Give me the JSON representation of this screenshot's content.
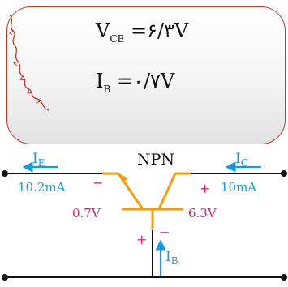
{
  "card": {
    "eq1": {
      "symbol": "V",
      "sub": "CE",
      "sign": "=",
      "value": "۶/۳V"
    },
    "eq2": {
      "symbol": "I",
      "sub": "B",
      "sign": "=",
      "value": "۰/۷V"
    }
  },
  "circuit": {
    "transistor_type": "NPN",
    "ie": {
      "symbol": "I",
      "sub": "E",
      "value": "10.2mA"
    },
    "ic": {
      "symbol": "I",
      "sub": "C",
      "value": "10mA"
    },
    "ib": {
      "symbol": "I",
      "sub": "B"
    },
    "vbe": "0.7V",
    "vce": "6.3V",
    "signs": {
      "emitter_minus": "−",
      "collector_plus": "+",
      "base_plus": "+",
      "base_minus": "−"
    },
    "colors": {
      "wire": "#111111",
      "transistor": "#f39c12",
      "current": "#1a9ad6",
      "voltage": "#d6237a",
      "border": "#c0392b"
    }
  }
}
